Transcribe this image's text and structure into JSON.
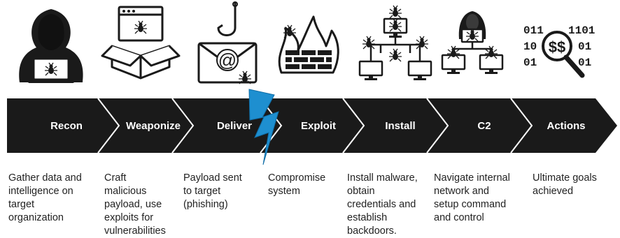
{
  "stages": [
    {
      "label": "Recon",
      "description": "Gather data and\nintelligence on\ntarget\norganization",
      "icon": "hooded-hacker-laptop-icon"
    },
    {
      "label": "Weaponize",
      "description": "Craft\nmalicious\npayload, use\nexploits for\nvulnerabilities",
      "icon": "box-with-malware-window-icon"
    },
    {
      "label": "Deliver",
      "description": "Payload sent\nto target\n(phishing)",
      "icon": "phishing-email-hook-icon"
    },
    {
      "label": "Exploit",
      "description": "Compromise\nsystem",
      "icon": "firewall-fire-bug-icon"
    },
    {
      "label": "Install",
      "description": "Install malware,\nobtain\ncredentials and\nestablish\nbackdoors.",
      "icon": "infected-network-icon"
    },
    {
      "label": "C2",
      "description": "Navigate internal\nnetwork and\nsetup command\nand control",
      "icon": "hacker-controlling-network-icon"
    },
    {
      "label": "Actions",
      "description": "Ultimate goals\nachieved",
      "icon": "binary-money-magnifier-icon"
    }
  ],
  "icon_text": {
    "binary_rows": [
      "011",
      "1101",
      "10",
      "01",
      "01",
      "01"
    ],
    "money": "$$",
    "at_sign": "@"
  },
  "colors": {
    "chevron_band": "#1a1a1a",
    "chevron_divider": "#ffffff",
    "lightning": "#1e8fd0",
    "icon_ink": "#1a1a1a",
    "icon_gray": "#e6e6e6"
  }
}
